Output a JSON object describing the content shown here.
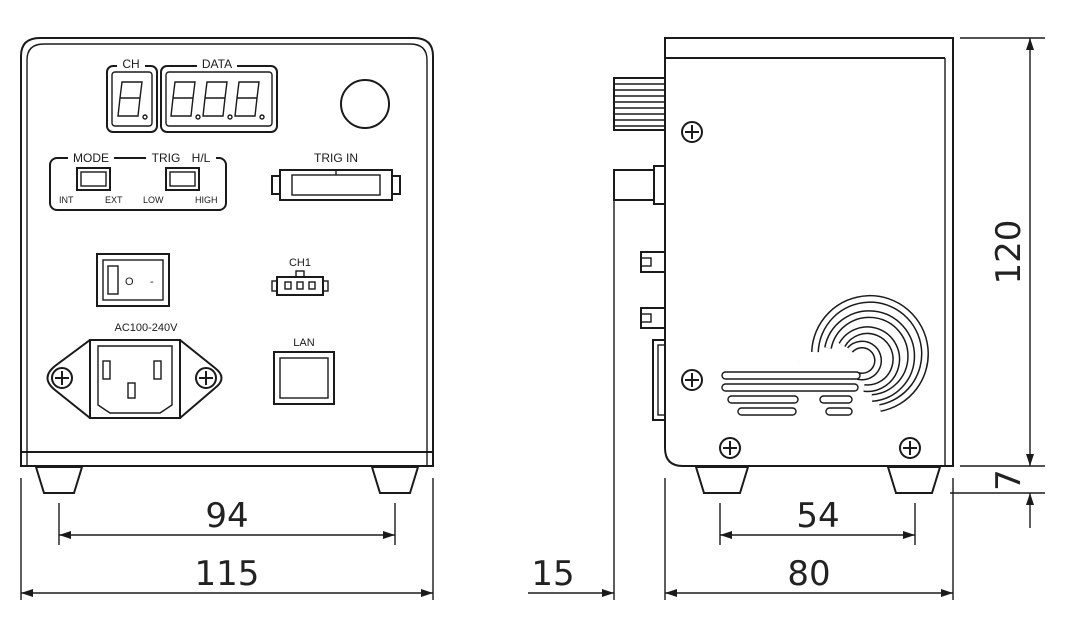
{
  "front_panel": {
    "ch_label": "CH",
    "data_label": "DATA",
    "mode_label": "MODE",
    "trig_label": "TRIG",
    "hl_label": "H/L",
    "int_label": "INT",
    "ext_label": "EXT",
    "low_label": "LOW",
    "high_label": "HIGH",
    "trig_in_label": "TRIG IN",
    "power_switch_mark": "O",
    "power_switch_mark2": "-",
    "ch1_label": "CH1",
    "ac_label": "AC100-240V",
    "lan_label": "LAN"
  },
  "dimensions": {
    "front_inner_width": "94",
    "front_total_width": "115",
    "side_protrusion": "15",
    "side_depth": "80",
    "side_foot_span": "54",
    "height": "120",
    "foot_height": "7"
  }
}
